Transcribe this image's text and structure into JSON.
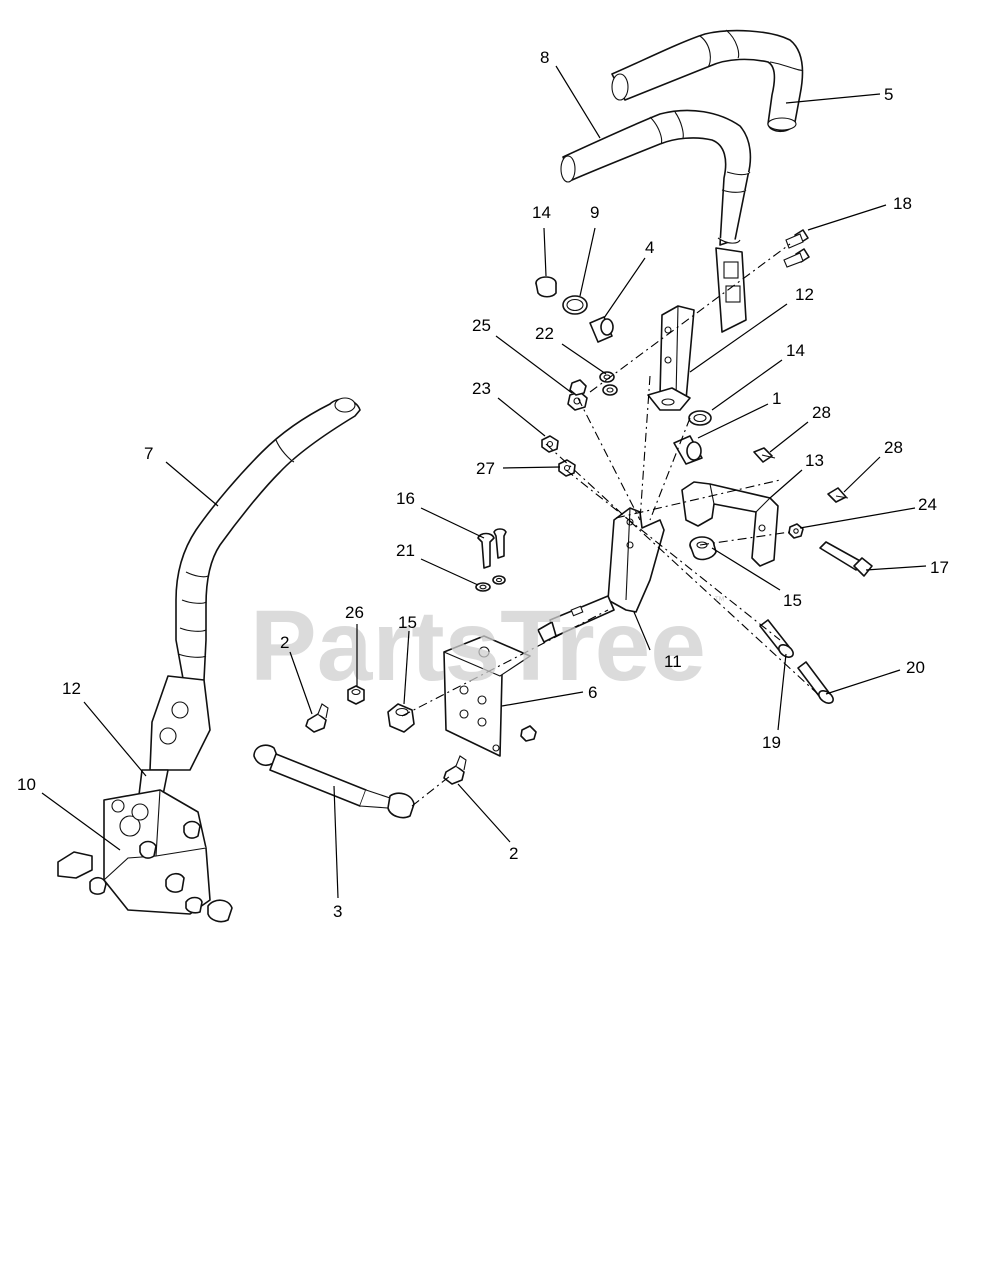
{
  "watermark": {
    "text": "PartsTree",
    "trademark": "™"
  },
  "callouts": [
    {
      "id": "c8",
      "label": "8"
    },
    {
      "id": "c5",
      "label": "5"
    },
    {
      "id": "c18",
      "label": "18"
    },
    {
      "id": "c14a",
      "label": "14"
    },
    {
      "id": "c9",
      "label": "9"
    },
    {
      "id": "c4",
      "label": "4"
    },
    {
      "id": "c12a",
      "label": "12"
    },
    {
      "id": "c25",
      "label": "25"
    },
    {
      "id": "c22",
      "label": "22"
    },
    {
      "id": "c14b",
      "label": "14"
    },
    {
      "id": "c23",
      "label": "23"
    },
    {
      "id": "c1",
      "label": "1"
    },
    {
      "id": "c28a",
      "label": "28"
    },
    {
      "id": "c7",
      "label": "7"
    },
    {
      "id": "c27",
      "label": "27"
    },
    {
      "id": "c13",
      "label": "13"
    },
    {
      "id": "c28b",
      "label": "28"
    },
    {
      "id": "c16",
      "label": "16"
    },
    {
      "id": "c24",
      "label": "24"
    },
    {
      "id": "c21",
      "label": "21"
    },
    {
      "id": "c17",
      "label": "17"
    },
    {
      "id": "c15a",
      "label": "15"
    },
    {
      "id": "c26",
      "label": "26"
    },
    {
      "id": "c15b",
      "label": "15"
    },
    {
      "id": "c2a",
      "label": "2"
    },
    {
      "id": "c11",
      "label": "11"
    },
    {
      "id": "c20",
      "label": "20"
    },
    {
      "id": "c12b",
      "label": "12"
    },
    {
      "id": "c6",
      "label": "6"
    },
    {
      "id": "c19",
      "label": "19"
    },
    {
      "id": "c10",
      "label": "10"
    },
    {
      "id": "c2b",
      "label": "2"
    },
    {
      "id": "c3",
      "label": "3"
    }
  ]
}
